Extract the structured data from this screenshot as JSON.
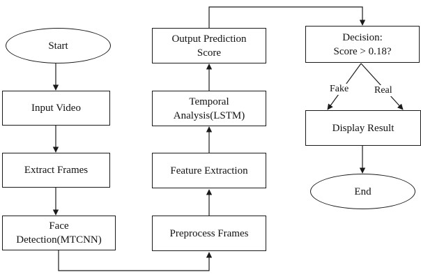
{
  "nodes": {
    "start": "Start",
    "input_video": "Input Video",
    "extract_frames": "Extract Frames",
    "face_detection": "Face\nDetection(MTCNN)",
    "preprocess_frames": "Preprocess Frames",
    "feature_extraction": "Feature Extraction",
    "temporal_analysis": "Temporal\nAnalysis(LSTM)",
    "output_prediction": "Output Prediction\nScore",
    "decision": "Decision:\nScore > 0.18?",
    "display_result": "Display Result",
    "end": "End"
  },
  "edge_labels": {
    "fake": "Fake",
    "real": "Real"
  },
  "colors": {
    "stroke": "#1a1a1a",
    "background": "#ffffff"
  }
}
